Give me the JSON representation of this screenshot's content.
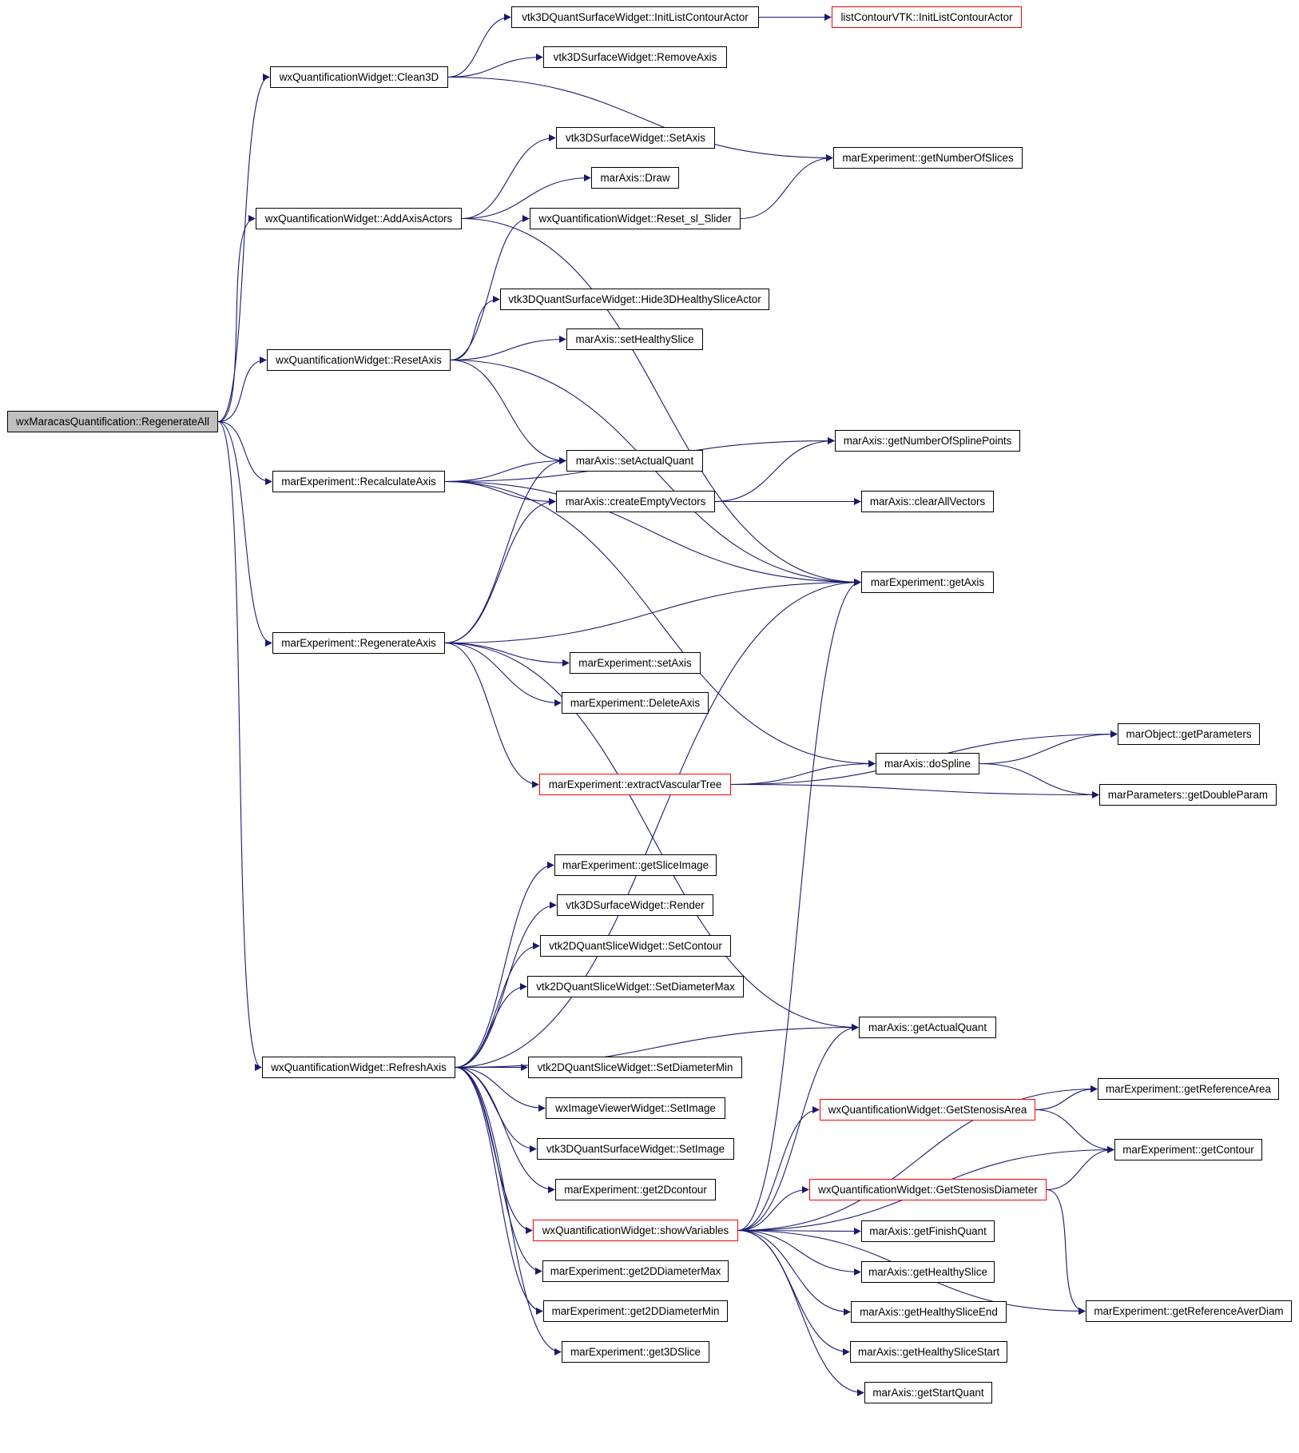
{
  "colors": {
    "edge": "#191970",
    "node_border": "#000000",
    "truncated_border": "#ff0000",
    "root_fill": "#bfbfbf",
    "node_fill": "#ffffff"
  },
  "nodes": [
    {
      "id": "root",
      "label": "wxMaracasQuantification::RegenerateAll",
      "style": "root"
    },
    {
      "id": "clean3d",
      "label": "wxQuantificationWidget::Clean3D"
    },
    {
      "id": "addaxisactors",
      "label": "wxQuantificationWidget::AddAxisActors"
    },
    {
      "id": "resetaxis",
      "label": "wxQuantificationWidget::ResetAxis"
    },
    {
      "id": "recalcaxis",
      "label": "marExperiment::RecalculateAxis"
    },
    {
      "id": "regenaxis",
      "label": "marExperiment::RegenerateAxis"
    },
    {
      "id": "refreshaxis",
      "label": "wxQuantificationWidget::RefreshAxis"
    },
    {
      "id": "initlistcontouractor",
      "label": "vtk3DQuantSurfaceWidget::InitListContourActor"
    },
    {
      "id": "listcontourvtk",
      "label": "listContourVTK::InitListContourActor",
      "style": "truncated"
    },
    {
      "id": "removeaxis",
      "label": "vtk3DSurfaceWidget::RemoveAxis"
    },
    {
      "id": "getnumberofslices",
      "label": "marExperiment::getNumberOfSlices"
    },
    {
      "id": "setaxis_surf",
      "label": "vtk3DSurfaceWidget::SetAxis"
    },
    {
      "id": "draw",
      "label": "marAxis::Draw"
    },
    {
      "id": "resetslider",
      "label": "wxQuantificationWidget::Reset_sl_Slider"
    },
    {
      "id": "hide3d",
      "label": "vtk3DQuantSurfaceWidget::Hide3DHealthySliceActor"
    },
    {
      "id": "sethealthyslice",
      "label": "marAxis::setHealthySlice"
    },
    {
      "id": "getnumsplinepoints",
      "label": "marAxis::getNumberOfSplinePoints"
    },
    {
      "id": "setactualquant",
      "label": "marAxis::setActualQuant"
    },
    {
      "id": "createemptyvectors",
      "label": "marAxis::createEmptyVectors"
    },
    {
      "id": "clearallvectors",
      "label": "marAxis::clearAllVectors"
    },
    {
      "id": "getaxis",
      "label": "marExperiment::getAxis"
    },
    {
      "id": "setaxis_exp",
      "label": "marExperiment::setAxis"
    },
    {
      "id": "deleteaxis",
      "label": "marExperiment::DeleteAxis"
    },
    {
      "id": "getparameters",
      "label": "marObject::getParameters"
    },
    {
      "id": "dospline",
      "label": "marAxis::doSpline"
    },
    {
      "id": "extractvasculartree",
      "label": "marExperiment::extractVascularTree",
      "style": "truncated"
    },
    {
      "id": "getdoubleparam",
      "label": "marParameters::getDoubleParam"
    },
    {
      "id": "getsliceimage",
      "label": "marExperiment::getSliceImage"
    },
    {
      "id": "render",
      "label": "vtk3DSurfaceWidget::Render"
    },
    {
      "id": "setcontour",
      "label": "vtk2DQuantSliceWidget::SetContour"
    },
    {
      "id": "setdiametermax",
      "label": "vtk2DQuantSliceWidget::SetDiameterMax"
    },
    {
      "id": "getactualquant",
      "label": "marAxis::getActualQuant"
    },
    {
      "id": "setdiametermin",
      "label": "vtk2DQuantSliceWidget::SetDiameterMin"
    },
    {
      "id": "wximageviewer",
      "label": "wxImageViewerWidget::SetImage"
    },
    {
      "id": "vtk3dsetimage",
      "label": "vtk3DQuantSurfaceWidget::SetImage"
    },
    {
      "id": "get2dcontour",
      "label": "marExperiment::get2Dcontour"
    },
    {
      "id": "showvariables",
      "label": "wxQuantificationWidget::showVariables",
      "style": "truncated"
    },
    {
      "id": "get2ddiammax",
      "label": "marExperiment::get2DDiameterMax"
    },
    {
      "id": "get2ddiammin",
      "label": "marExperiment::get2DDiameterMin"
    },
    {
      "id": "get3dslice",
      "label": "marExperiment::get3DSlice"
    },
    {
      "id": "getreferencearea",
      "label": "marExperiment::getReferenceArea"
    },
    {
      "id": "getstenosisarea",
      "label": "wxQuantificationWidget::GetStenosisArea",
      "style": "truncated"
    },
    {
      "id": "getcontour",
      "label": "marExperiment::getContour"
    },
    {
      "id": "getstenosisdiam",
      "label": "wxQuantificationWidget::GetStenosisDiameter",
      "style": "truncated"
    },
    {
      "id": "getfinishquant",
      "label": "marAxis::getFinishQuant"
    },
    {
      "id": "gethealthyslice",
      "label": "marAxis::getHealthySlice"
    },
    {
      "id": "gethealthysliceend",
      "label": "marAxis::getHealthySliceEnd"
    },
    {
      "id": "gethealthyslicestart",
      "label": "marAxis::getHealthySliceStart"
    },
    {
      "id": "getstartquant",
      "label": "marAxis::getStartQuant"
    },
    {
      "id": "getreferenceaverdiam",
      "label": "marExperiment::getReferenceAverDiam"
    }
  ],
  "edges": [
    [
      "root",
      "clean3d"
    ],
    [
      "root",
      "addaxisactors"
    ],
    [
      "root",
      "resetaxis"
    ],
    [
      "root",
      "recalcaxis"
    ],
    [
      "root",
      "regenaxis"
    ],
    [
      "root",
      "refreshaxis"
    ],
    [
      "clean3d",
      "initlistcontouractor"
    ],
    [
      "clean3d",
      "removeaxis"
    ],
    [
      "clean3d",
      "getnumberofslices"
    ],
    [
      "initlistcontouractor",
      "listcontourvtk"
    ],
    [
      "addaxisactors",
      "setaxis_surf"
    ],
    [
      "addaxisactors",
      "draw"
    ],
    [
      "addaxisactors",
      "getaxis"
    ],
    [
      "resetaxis",
      "resetslider"
    ],
    [
      "resetaxis",
      "hide3d"
    ],
    [
      "resetaxis",
      "sethealthyslice"
    ],
    [
      "resetaxis",
      "setactualquant"
    ],
    [
      "resetaxis",
      "getaxis"
    ],
    [
      "resetslider",
      "getnumberofslices"
    ],
    [
      "recalcaxis",
      "getnumsplinepoints"
    ],
    [
      "recalcaxis",
      "setactualquant"
    ],
    [
      "recalcaxis",
      "createemptyvectors"
    ],
    [
      "recalcaxis",
      "getaxis"
    ],
    [
      "recalcaxis",
      "dospline"
    ],
    [
      "createemptyvectors",
      "getnumsplinepoints"
    ],
    [
      "createemptyvectors",
      "clearallvectors"
    ],
    [
      "regenaxis",
      "setactualquant"
    ],
    [
      "regenaxis",
      "createemptyvectors"
    ],
    [
      "regenaxis",
      "getaxis"
    ],
    [
      "regenaxis",
      "setaxis_exp"
    ],
    [
      "regenaxis",
      "deleteaxis"
    ],
    [
      "regenaxis",
      "extractvasculartree"
    ],
    [
      "regenaxis",
      "getactualquant"
    ],
    [
      "extractvasculartree",
      "getparameters"
    ],
    [
      "extractvasculartree",
      "dospline"
    ],
    [
      "extractvasculartree",
      "getdoubleparam"
    ],
    [
      "dospline",
      "getparameters"
    ],
    [
      "dospline",
      "getdoubleparam"
    ],
    [
      "refreshaxis",
      "getsliceimage"
    ],
    [
      "refreshaxis",
      "render"
    ],
    [
      "refreshaxis",
      "setcontour"
    ],
    [
      "refreshaxis",
      "setdiametermax"
    ],
    [
      "refreshaxis",
      "getactualquant"
    ],
    [
      "refreshaxis",
      "setdiametermin"
    ],
    [
      "refreshaxis",
      "wximageviewer"
    ],
    [
      "refreshaxis",
      "vtk3dsetimage"
    ],
    [
      "refreshaxis",
      "get2dcontour"
    ],
    [
      "refreshaxis",
      "showvariables"
    ],
    [
      "refreshaxis",
      "get2ddiammax"
    ],
    [
      "refreshaxis",
      "get2ddiammin"
    ],
    [
      "refreshaxis",
      "get3dslice"
    ],
    [
      "refreshaxis",
      "getaxis"
    ],
    [
      "showvariables",
      "getaxis"
    ],
    [
      "showvariables",
      "getactualquant"
    ],
    [
      "showvariables",
      "getreferencearea"
    ],
    [
      "showvariables",
      "getstenosisarea"
    ],
    [
      "showvariables",
      "getcontour"
    ],
    [
      "showvariables",
      "getstenosisdiam"
    ],
    [
      "showvariables",
      "getfinishquant"
    ],
    [
      "showvariables",
      "gethealthyslice"
    ],
    [
      "showvariables",
      "gethealthysliceend"
    ],
    [
      "showvariables",
      "gethealthyslicestart"
    ],
    [
      "showvariables",
      "getstartquant"
    ],
    [
      "showvariables",
      "getreferenceaverdiam"
    ],
    [
      "getstenosisarea",
      "getreferencearea"
    ],
    [
      "getstenosisarea",
      "getcontour"
    ],
    [
      "getstenosisdiam",
      "getcontour"
    ],
    [
      "getstenosisdiam",
      "getreferenceaverdiam"
    ]
  ]
}
